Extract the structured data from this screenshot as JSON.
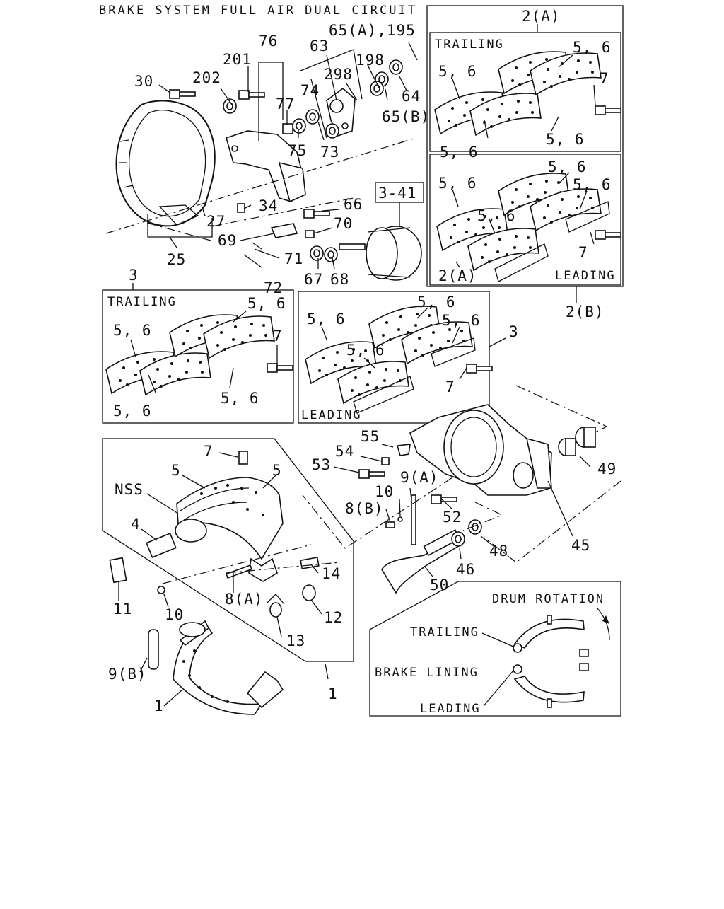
{
  "title": "BRAKE SYSTEM FULL AIR DUAL CIRCUIT",
  "callouts": {
    "c30": "30",
    "c202": "202",
    "c201": "201",
    "c76": "76",
    "c77": "77",
    "c63": "63",
    "c298": "298",
    "c74": "74",
    "c65a195": "65(A),195",
    "c198": "198",
    "c64": "64",
    "c65b": "65(B)",
    "c75": "75",
    "c73": "73",
    "c34": "34",
    "c27": "27",
    "c69": "69",
    "c25": "25",
    "c66": "66",
    "c70": "70",
    "c71": "71",
    "c72": "72",
    "c67": "67",
    "c68": "68",
    "c341": "3-41",
    "c2a_top": "2(A)",
    "c2a_bot": "2(A)",
    "c2b": "2(B)",
    "c3_left": "3",
    "c3_right": "3",
    "c55": "55",
    "c54": "54",
    "c53": "53",
    "c9a": "9(A)",
    "c10_upper": "10",
    "c8b": "8(B)",
    "c52": "52",
    "c49": "49",
    "c45": "45",
    "c48": "48",
    "c46": "46",
    "c50": "50",
    "c7_lower": "7",
    "c5_left": "5",
    "c5_right": "5",
    "cNSS": "NSS",
    "c4": "4",
    "c14": "14",
    "c11": "11",
    "c8a": "8(A)",
    "c10_lower": "10",
    "c12": "12",
    "c13": "13",
    "c9b": "9(B)",
    "c1_left": "1",
    "c1_right": "1"
  },
  "lining_panels": {
    "trailing_word": "TRAILING",
    "leading_word": "LEADING",
    "lining_part": "5, 6",
    "bolt_part": "7"
  },
  "legend": {
    "drum_rotation": "DRUM ROTATION",
    "trailing": "TRAILING",
    "brake_lining": "BRAKE LINING",
    "leading": "LEADING"
  }
}
